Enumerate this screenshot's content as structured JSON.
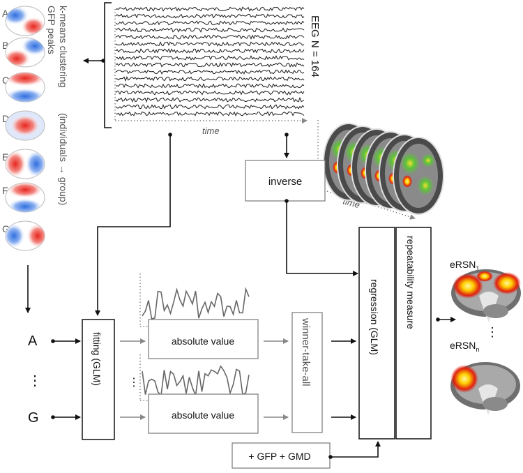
{
  "maps": {
    "letters": [
      "A",
      "B",
      "C",
      "D",
      "E",
      "F",
      "G"
    ]
  },
  "clustering": {
    "line1": "GFP peaks",
    "line2": "k-means clustering",
    "line3": "(individuals → group)"
  },
  "eeg": {
    "label": "EEG  N = 164",
    "time_label": "time"
  },
  "fmri": {
    "time_label": "time"
  },
  "boxes": {
    "inverse": "inverse",
    "fitting": "fitting (GLM)",
    "abs_top": "absolute value",
    "abs_bottom": "absolute value",
    "winner": "winner-take-all",
    "regression": "regression (GLM)",
    "repeatability": "repeatability measure",
    "gfp_gmd": "+ GFP + GMD"
  },
  "inputs": {
    "a": "A",
    "ellipsis": "⋮",
    "g": "G"
  },
  "outputs": {
    "ersn1_base": "eRSN",
    "ersn1_sub": "1",
    "ellipsis": "⋮",
    "ersnn_base": "eRSN",
    "ersnn_sub": "n"
  },
  "mid_ellipsis": "⋮",
  "colors": {
    "map_red": "#e8261d",
    "map_blue": "#2f6fe0",
    "activation_red": "#e02010",
    "activation_yellow": "#ffd000",
    "activation_green": "#5dc23a"
  }
}
